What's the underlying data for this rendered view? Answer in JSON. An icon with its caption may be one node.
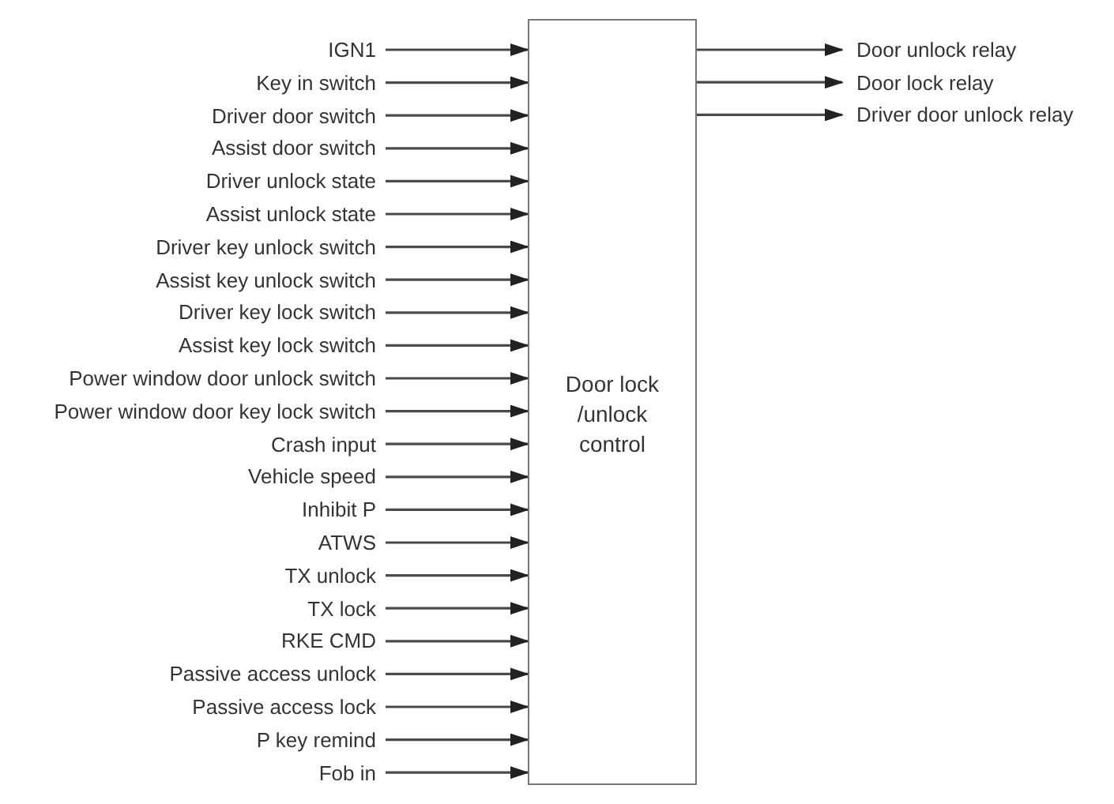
{
  "diagram": {
    "nodes": [
      {
        "text": [
          "IGN1"
        ]
      },
      {
        "text": [
          "Key in switch"
        ]
      },
      {
        "text": [
          "Driver door switch"
        ]
      },
      {
        "text": [
          "Assist door switch"
        ]
      },
      {
        "text": [
          "Driver unlock state"
        ]
      },
      {
        "text": [
          "Assist unlock state"
        ]
      },
      {
        "text": [
          "Driver key unlock switch"
        ]
      },
      {
        "text": [
          "Assist key unlock switch"
        ]
      },
      {
        "text": [
          "Driver key lock switch"
        ]
      },
      {
        "text": [
          "Assist key lock switch"
        ]
      },
      {
        "text": [
          "Power window door unlock switch"
        ]
      },
      {
        "text": [
          "Power window door key lock switch"
        ]
      },
      {
        "text": [
          "Crash input"
        ]
      },
      {
        "text": [
          "Vehicle speed"
        ]
      },
      {
        "text": [
          "Inhibit P"
        ]
      },
      {
        "text": [
          "ATWS"
        ]
      },
      {
        "text": [
          "TX unlock"
        ]
      },
      {
        "text": [
          "TX lock"
        ]
      },
      {
        "text": [
          "RKE CMD"
        ]
      },
      {
        "text": [
          "Passive access unlock"
        ]
      },
      {
        "text": [
          "Passive access lock"
        ]
      },
      {
        "text": [
          "P key remind"
        ]
      },
      {
        "text": [
          "Fob in"
        ]
      },
      {
        "text": [
          "Door lock /unlock control"
        ]
      },
      {
        "text": [
          "Door unlock relay"
        ]
      },
      {
        "text": [
          "Door lock relay"
        ]
      },
      {
        "text": [
          "Driver door unlock relay"
        ]
      }
    ],
    "edges": [
      {
        "from": 0,
        "to": 23,
        "arrow": "to"
      },
      {
        "from": 1,
        "to": 23,
        "arrow": "to"
      },
      {
        "from": 2,
        "to": 23,
        "arrow": "to"
      },
      {
        "from": 3,
        "to": 23,
        "arrow": "to"
      },
      {
        "from": 4,
        "to": 23,
        "arrow": "to"
      },
      {
        "from": 5,
        "to": 23,
        "arrow": "to"
      },
      {
        "from": 6,
        "to": 23,
        "arrow": "to"
      },
      {
        "from": 7,
        "to": 23,
        "arrow": "to"
      },
      {
        "from": 8,
        "to": 23,
        "arrow": "to"
      },
      {
        "from": 9,
        "to": 23,
        "arrow": "to"
      },
      {
        "from": 10,
        "to": 23,
        "arrow": "to"
      },
      {
        "from": 11,
        "to": 23,
        "arrow": "to"
      },
      {
        "from": 12,
        "to": 23,
        "arrow": "to"
      },
      {
        "from": 13,
        "to": 23,
        "arrow": "to"
      },
      {
        "from": 14,
        "to": 23,
        "arrow": "to"
      },
      {
        "from": 15,
        "to": 23,
        "arrow": "to"
      },
      {
        "from": 16,
        "to": 23,
        "arrow": "to"
      },
      {
        "from": 17,
        "to": 23,
        "arrow": "to"
      },
      {
        "from": 18,
        "to": 23,
        "arrow": "to"
      },
      {
        "from": 19,
        "to": 23,
        "arrow": "to"
      },
      {
        "from": 20,
        "to": 23,
        "arrow": "to"
      },
      {
        "from": 21,
        "to": 23,
        "arrow": "to"
      },
      {
        "from": 22,
        "to": 23,
        "arrow": "to"
      },
      {
        "from": 23,
        "to": 24,
        "arrow": "to"
      },
      {
        "from": 23,
        "to": 25,
        "arrow": "to"
      },
      {
        "from": 23,
        "to": 26,
        "arrow": "to"
      }
    ]
  }
}
